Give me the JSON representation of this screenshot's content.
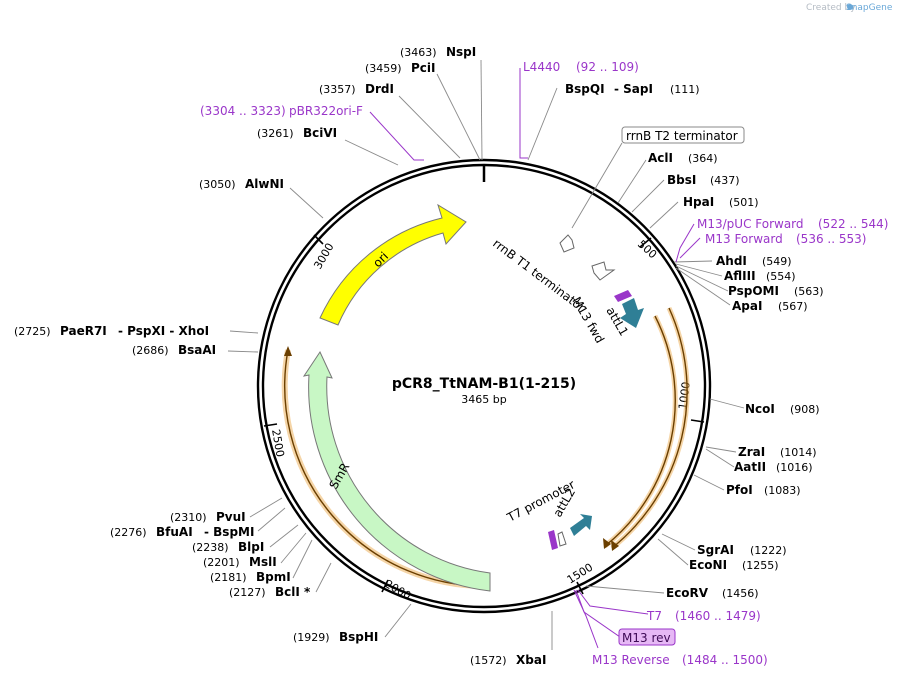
{
  "credit": {
    "prefix": "Created by",
    "brand": "SnapGene"
  },
  "plasmid": {
    "name": "pCR8_TtNAM-B1(1-215)",
    "length_label": "3465 bp"
  },
  "ticks": [
    "500",
    "1000",
    "1500",
    "2000",
    "2500",
    "3000"
  ],
  "enzymes": [
    {
      "pos": "(3463)",
      "name": "NspI"
    },
    {
      "pos": "(3459)",
      "name": "PciI"
    },
    {
      "pos": "(3357)",
      "name": "DrdI"
    },
    {
      "pos": "(3261)",
      "name": "BciVI"
    },
    {
      "pos": "(3050)",
      "name": "AlwNI"
    },
    {
      "pos": "(2725)",
      "name": "PaeR7I",
      "extra": "- PspXI  - XhoI"
    },
    {
      "pos": "(2686)",
      "name": "BsaAI"
    },
    {
      "pos": "(2310)",
      "name": "PvuI"
    },
    {
      "pos": "(2276)",
      "name": "BfuAI",
      "extra": "- BspMI"
    },
    {
      "pos": "(2238)",
      "name": "BlpI"
    },
    {
      "pos": "(2201)",
      "name": "MslI"
    },
    {
      "pos": "(2181)",
      "name": "BpmI"
    },
    {
      "pos": "(2127)",
      "name": "BclI *"
    },
    {
      "pos": "(1929)",
      "name": "BspHI"
    },
    {
      "pos": "(1572)",
      "name": "XbaI"
    },
    {
      "pos": "(111)",
      "name": "BspQI",
      "extra": "- SapI"
    },
    {
      "pos": "(364)",
      "name": "AclI"
    },
    {
      "pos": "(437)",
      "name": "BbsI"
    },
    {
      "pos": "(501)",
      "name": "HpaI"
    },
    {
      "pos": "(549)",
      "name": "AhdI"
    },
    {
      "pos": "(554)",
      "name": "AflIII"
    },
    {
      "pos": "(563)",
      "name": "PspOMI"
    },
    {
      "pos": "(567)",
      "name": "ApaI"
    },
    {
      "pos": "(908)",
      "name": "NcoI"
    },
    {
      "pos": "(1014)",
      "name": "ZraI"
    },
    {
      "pos": "(1016)",
      "name": "AatII"
    },
    {
      "pos": "(1083)",
      "name": "PfoI"
    },
    {
      "pos": "(1222)",
      "name": "SgrAI"
    },
    {
      "pos": "(1255)",
      "name": "EcoNI"
    },
    {
      "pos": "(1456)",
      "name": "EcoRV"
    }
  ],
  "primers": [
    {
      "name": "L4440",
      "range": "(92 .. 109)"
    },
    {
      "name": "pBR322ori-F",
      "range": "(3304 .. 3323)"
    },
    {
      "name": "M13/pUC Forward",
      "range": "(522 .. 544)"
    },
    {
      "name": "M13 Forward",
      "range": "(536 .. 553)"
    },
    {
      "name": "T7",
      "range": "(1460 .. 1479)"
    },
    {
      "name": "M13 rev",
      "range": ""
    },
    {
      "name": "M13 Reverse",
      "range": "(1484 .. 1500)"
    }
  ],
  "features": {
    "rrnB_T2": "rrnB T2 terminator",
    "rrnB_T1": "rrnB T1 terminator",
    "m13_fwd": "M13 fwd",
    "attL1": "attL1",
    "ori": "ori",
    "smr": "SmR",
    "t7_promoter": "T7 promoter",
    "attL2": "attL2"
  },
  "colors": {
    "ori": "#ffff00",
    "smr": "#c8f7c5",
    "att": "#2f7f96",
    "primer": "#9a36c9",
    "insert": "#e9a23b",
    "terminator": "#ffffff"
  }
}
